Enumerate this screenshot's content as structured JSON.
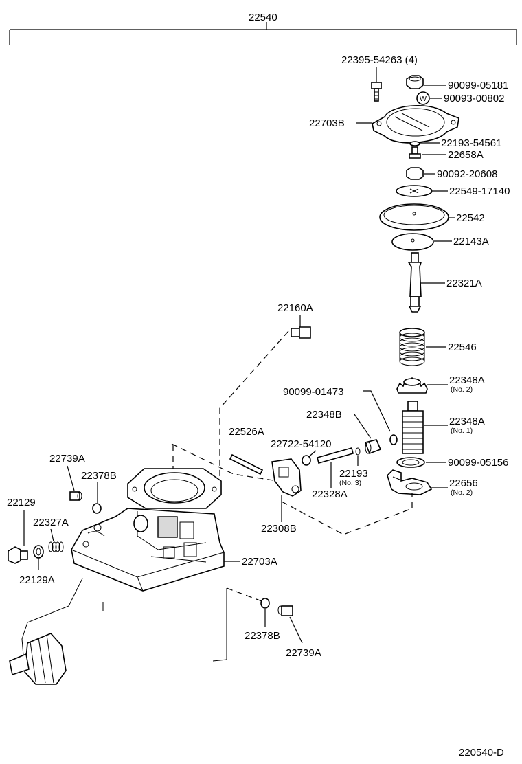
{
  "assembly_number": "22540",
  "figure_code": "220540-D",
  "parts": {
    "p_22395": "22395-54263 (4)",
    "p_90099_05181": "90099-05181",
    "p_90093_00802": "90093-00802",
    "p_22703B": "22703B",
    "p_22193_54561": "22193-54561",
    "p_22658A": "22658A",
    "p_90092_20608": "90092-20608",
    "p_22549_17140": "22549-17140",
    "p_22542": "22542",
    "p_22143A": "22143A",
    "p_22321A": "22321A",
    "p_22160A": "22160A",
    "p_22546": "22546",
    "p_22348A_no2": "22348A",
    "p_22348A_no2_sub": "(No. 2)",
    "p_90099_01473": "90099-01473",
    "p_22348B": "22348B",
    "p_22348A_no1": "22348A",
    "p_22348A_no1_sub": "(No. 1)",
    "p_22526A": "22526A",
    "p_22722_54120": "22722-54120",
    "p_90099_05156": "90099-05156",
    "p_22193": "22193",
    "p_22193_sub": "(No. 3)",
    "p_22656": "22656",
    "p_22656_sub": "(No. 2)",
    "p_22328A": "22328A",
    "p_22739A_top": "22739A",
    "p_22378B_top": "22378B",
    "p_22129": "22129",
    "p_22327A": "22327A",
    "p_22308B": "22308B",
    "p_22703A": "22703A",
    "p_22129A": "22129A",
    "p_22378B_bottom": "22378B",
    "p_22739A_bottom": "22739A"
  },
  "markings": {
    "washer_letter": "W"
  }
}
